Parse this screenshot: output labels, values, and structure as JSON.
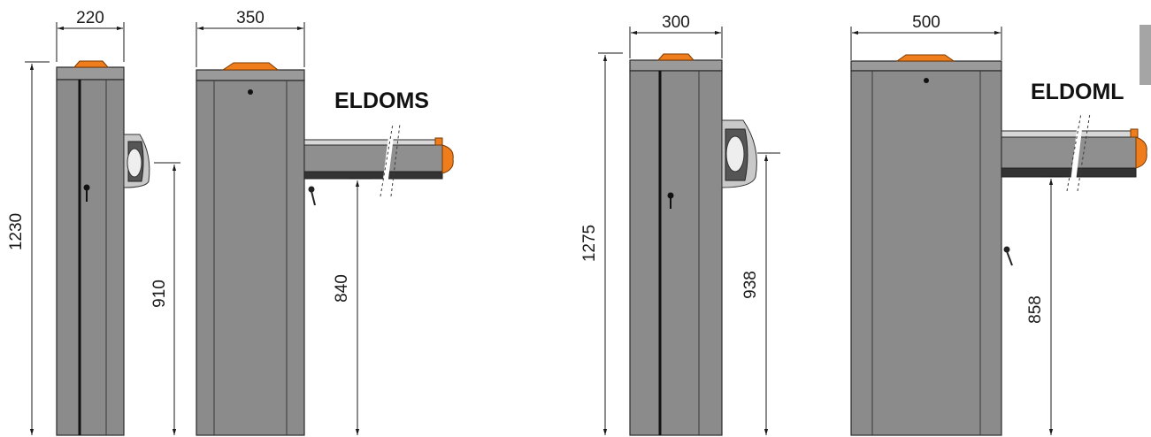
{
  "models": [
    {
      "name": "ELDOMS",
      "dimensions": {
        "side_width": "220",
        "front_width": "350",
        "total_height": "1230",
        "pivot_height": "910",
        "beam_height": "840"
      }
    },
    {
      "name": "ELDOML",
      "dimensions": {
        "side_width": "300",
        "front_width": "500",
        "total_height": "1275",
        "pivot_height": "938",
        "beam_height": "858"
      }
    }
  ],
  "colors": {
    "cabinet": "#8b8b8b",
    "cap": "#f07d1c",
    "tab": "#9a9a9a"
  }
}
